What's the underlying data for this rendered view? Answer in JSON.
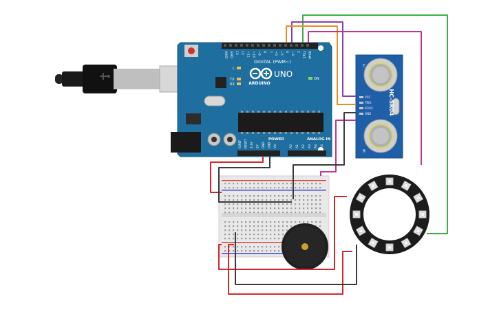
{
  "arduino": {
    "brand": "ARDUINO",
    "model": "UNO",
    "digital_header": "DIGITAL (PWM~)",
    "power_header": "POWER",
    "analog_header": "ANALOG IN",
    "on_label": "ON",
    "led_l": "L",
    "led_tx": "TX",
    "led_rx": "RX",
    "digital_pins": [
      "AREF",
      "GND",
      "13",
      "12",
      "~11",
      "~10",
      "~9",
      "8",
      "7",
      "~6",
      "~5",
      "4",
      "~3",
      "2",
      "TX▸1",
      "RX◂0"
    ],
    "power_pins": [
      "IOREF",
      "RESET",
      "3.3V",
      "5V",
      "GND",
      "GND",
      "Vin"
    ],
    "analog_pins": [
      "A0",
      "A1",
      "A2",
      "A3",
      "A4",
      "A5"
    ]
  },
  "sensor": {
    "model": "HC-SR04",
    "pins": [
      "VCC",
      "TRIG",
      "ECHO",
      "GND"
    ],
    "t_label": "T",
    "r_label": "R"
  },
  "colors": {
    "board": "#1e6fa0",
    "board_dark": "#155a85",
    "wire_green": "#3fae49",
    "wire_purple": "#8a3fb0",
    "wire_orange": "#e8901c",
    "wire_magenta": "#c2348e",
    "wire_red": "#d6262b",
    "wire_black": "#3a3a3a",
    "breadboard": "#e6e6e6",
    "buzzer": "#222222",
    "ring": "#1c1c1c"
  },
  "icons": [
    "usb-cable-icon",
    "arduino-infinity-logo-icon",
    "buzzer-icon",
    "neopixel-ring-icon"
  ]
}
